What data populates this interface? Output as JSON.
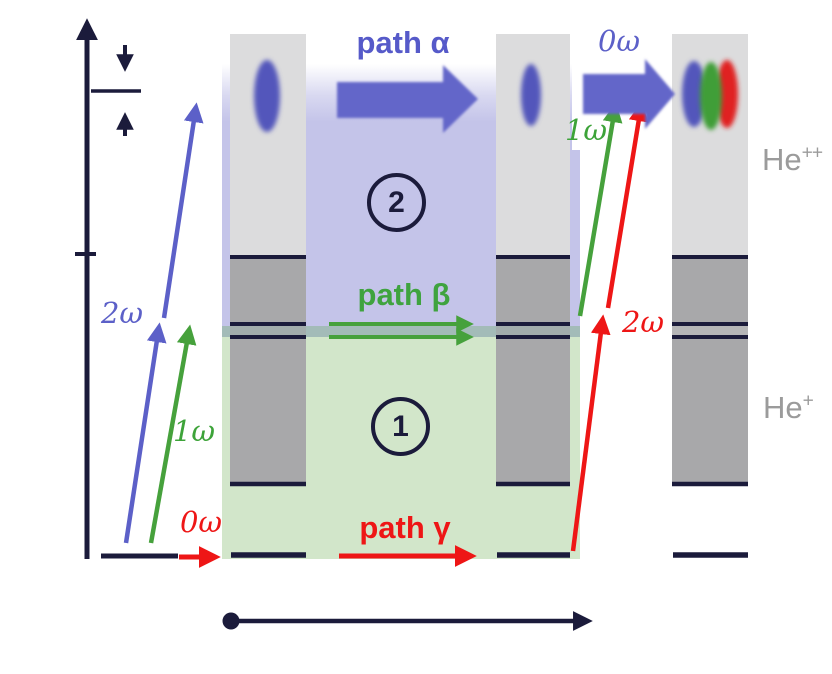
{
  "figure": {
    "paths": {
      "alpha": "path α",
      "beta": "path β",
      "gamma": "path γ"
    },
    "photon_labels": {
      "left_2w": "2ω",
      "left_1w": "1ω",
      "left_0w": "0ω",
      "top_0w": "0ω",
      "right_1w": "1ω",
      "right_2w": "2ω"
    },
    "steps": {
      "step1": "1",
      "step2": "2"
    },
    "ions": {
      "he_plus_plus_base": "He",
      "he_plus_plus_sup": "++",
      "he_plus_base": "He",
      "he_plus_sup": "+"
    },
    "colors": {
      "navy": "#1b1b3b",
      "blue": "#5c60c8",
      "green": "#3fa33f",
      "red": "#ee1616",
      "lavender": "#c4c4e9",
      "teal": "#a3bbb8",
      "light_green": "#d2e6ca",
      "light_gray": "#dcdcdd",
      "dark_gray": "#a8a8aa",
      "ion_label_gray": "#9b9b9b"
    }
  }
}
